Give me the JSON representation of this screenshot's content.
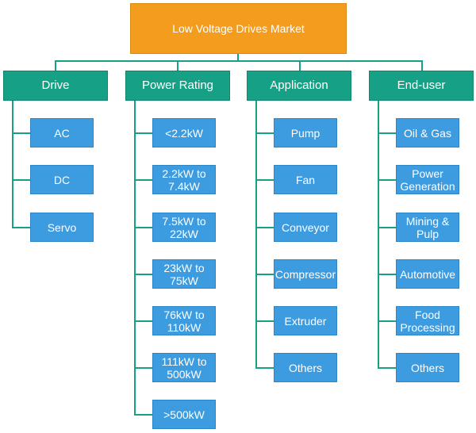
{
  "root": {
    "label": "Low Voltage Drives Market"
  },
  "categories": [
    {
      "label": "Drive",
      "items": [
        "AC",
        "DC",
        "Servo"
      ]
    },
    {
      "label": "Power Rating",
      "items": [
        "<2.2kW",
        "2.2kW to 7.4kW",
        "7.5kW to 22kW",
        "23kW to 75kW",
        "76kW to 110kW",
        "111kW to 500kW",
        ">500kW"
      ]
    },
    {
      "label": "Application",
      "items": [
        "Pump",
        "Fan",
        "Conveyor",
        "Compressor",
        "Extruder",
        "Others"
      ]
    },
    {
      "label": "End-user",
      "items": [
        "Oil & Gas",
        "Power Generation",
        "Mining & Pulp",
        "Automotive",
        "Food Processing",
        "Others"
      ]
    }
  ],
  "colors": {
    "root": "#F39C1E",
    "category": "#16A085",
    "item": "#3D9BE0",
    "connector": "#16A085"
  }
}
